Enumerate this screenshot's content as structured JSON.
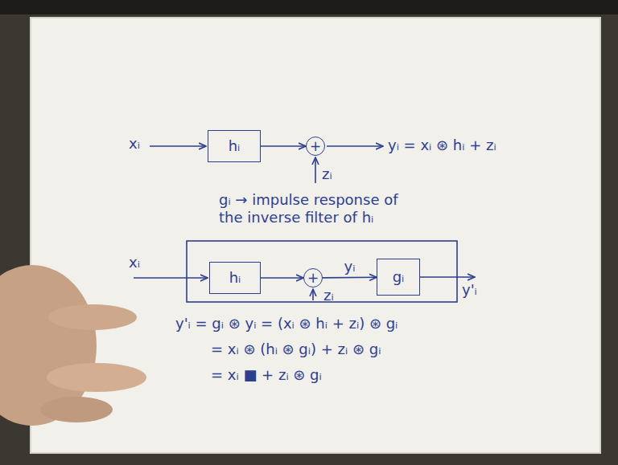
{
  "diagram": {
    "nodes": [
      {
        "text": [
          "hᵢ"
        ]
      },
      {
        "text": [
          "+"
        ]
      },
      {
        "text": [
          "hᵢ"
        ]
      },
      {
        "text": [
          "+"
        ]
      },
      {
        "text": [
          "gᵢ"
        ]
      }
    ],
    "edges": [
      {
        "from": 0,
        "to": 1,
        "arrow": "to"
      },
      {
        "from": 2,
        "to": 3,
        "arrow": "to"
      },
      {
        "from": 3,
        "to": 4,
        "label": "yᵢ",
        "arrow": "to"
      }
    ],
    "labels": [
      "xᵢ",
      "zᵢ",
      "yᵢ = xᵢ ⊛ hᵢ + zᵢ",
      "gᵢ → impulse response of the inverse filter of hᵢ",
      "xᵢ",
      "zᵢ",
      "y'ᵢ",
      "y'ᵢ = gᵢ ⊛ yᵢ = (xᵢ ⊛ hᵢ + zᵢ) ⊛ gᵢ",
      "= xᵢ ⊛ (hᵢ ⊛ gᵢ) + zᵢ ⊛ gᵢ",
      "= xᵢ ■ + zᵢ ⊛ gᵢ"
    ]
  }
}
